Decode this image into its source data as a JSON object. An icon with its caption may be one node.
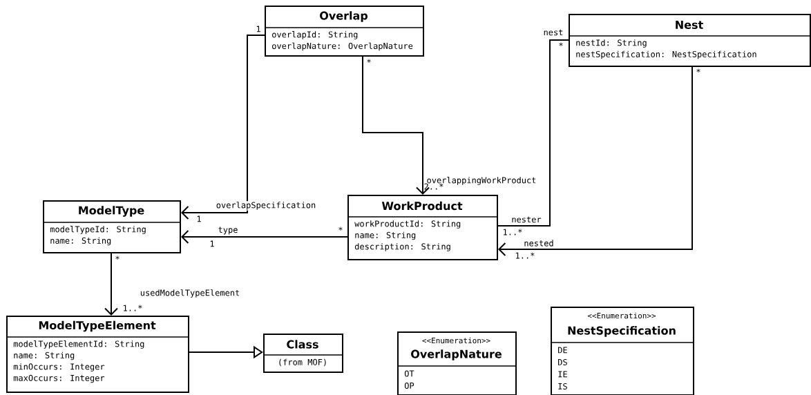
{
  "diagram": {
    "nodes": [
      {
        "text": [
          "Overlap",
          "overlapId: String",
          "overlapNature: OverlapNature"
        ]
      },
      {
        "text": [
          "Nest",
          "nestId: String",
          "nestSpecification: NestSpecification"
        ]
      },
      {
        "text": [
          "ModelType",
          "modelTypeId: String",
          "name: String"
        ]
      },
      {
        "text": [
          "WorkProduct",
          "workProductId: String",
          "name: String",
          "description: String"
        ]
      },
      {
        "text": [
          "ModelTypeElement",
          "modelTypeElementId: String",
          "name: String",
          "minOccurs: Integer",
          "maxOccurs: Integer"
        ]
      },
      {
        "text": [
          "Class",
          "(from MOF)"
        ]
      },
      {
        "text": [
          "<<Enumeration>>",
          "OverlapNature",
          "OT",
          "OP"
        ]
      },
      {
        "text": [
          "<<Enumeration>>",
          "NestSpecification",
          "DE",
          "DS",
          "IE",
          "IS"
        ]
      }
    ],
    "edges": [
      {
        "from": 0,
        "to": 2,
        "arrow": "to",
        "label": "overlapSpecification"
      },
      {
        "from": 0,
        "to": 3,
        "arrow": "to",
        "label": "overlappingWorkProduct"
      },
      {
        "from": 3,
        "to": 2,
        "arrow": "to",
        "label": "type"
      },
      {
        "from": 1,
        "to": 3,
        "arrow": "none",
        "label": "nester"
      },
      {
        "from": 1,
        "to": 3,
        "arrow": "to",
        "label": "nested"
      },
      {
        "from": 2,
        "to": 4,
        "arrow": "to",
        "label": "usedModelTypeElement"
      },
      {
        "from": 4,
        "to": 5,
        "arrow": "to"
      }
    ],
    "labels": [
      "1",
      "*",
      "nest",
      "*",
      "*",
      "2..*",
      "1",
      "1",
      "*",
      "1..*",
      "1..*",
      "*",
      "1..*"
    ]
  }
}
